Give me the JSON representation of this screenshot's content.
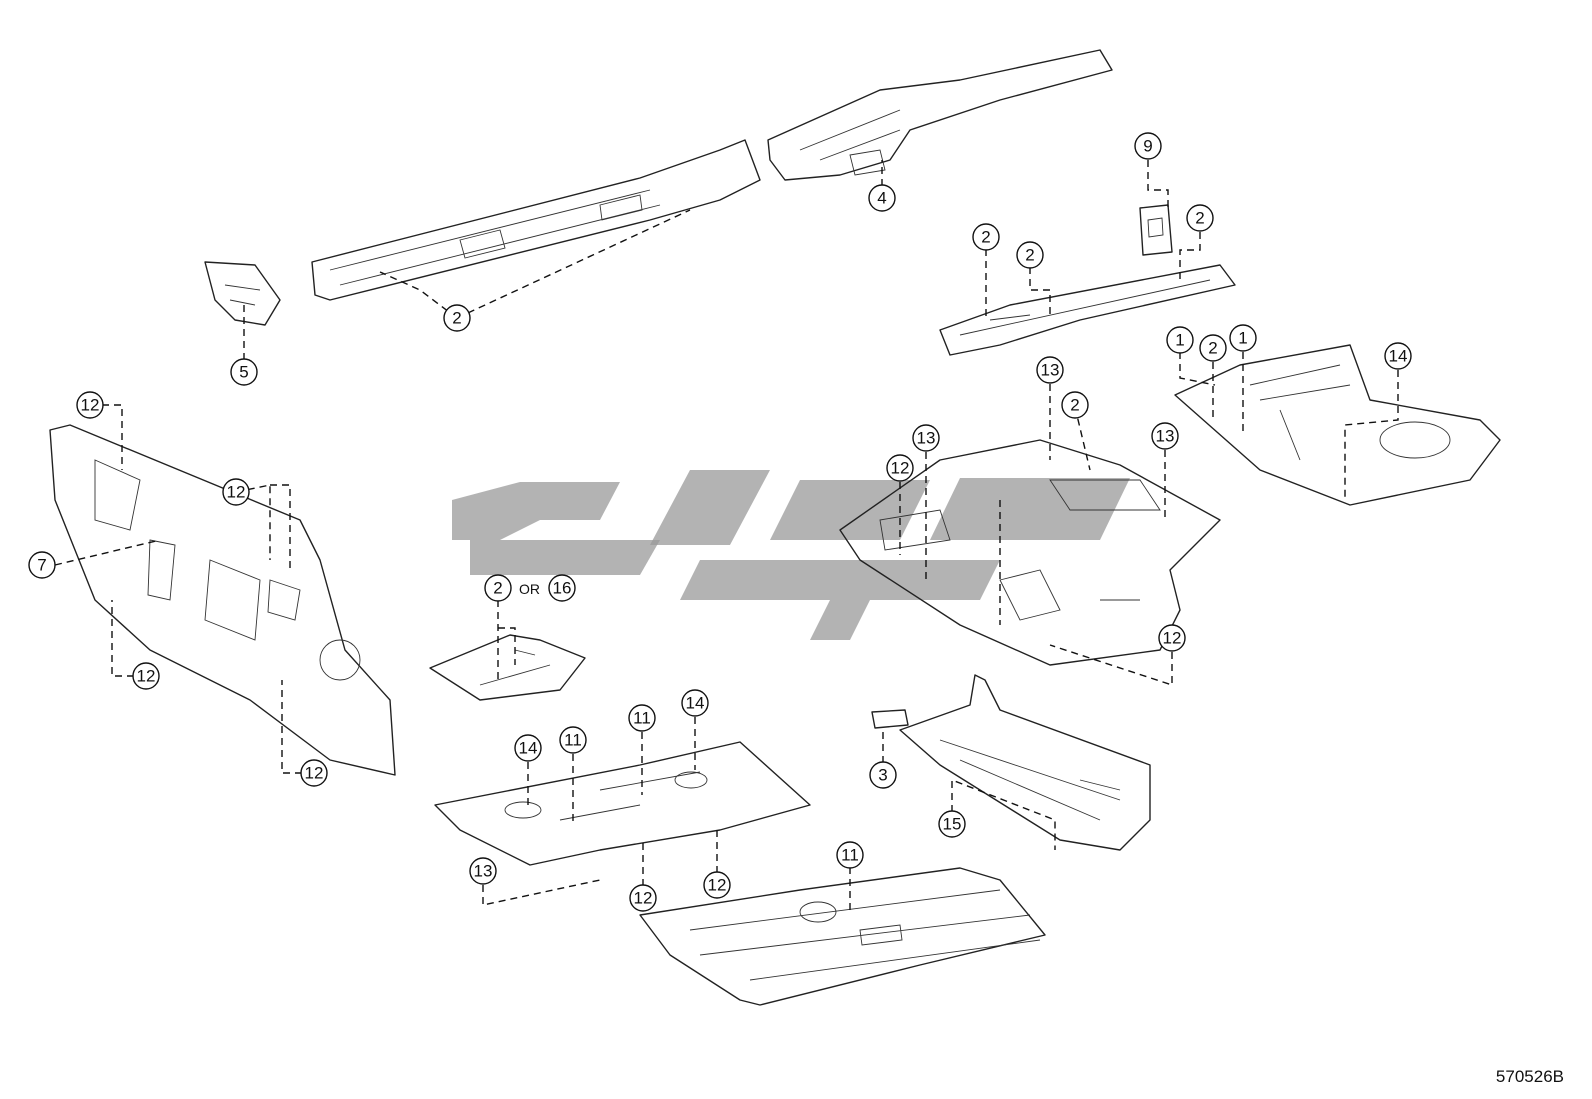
{
  "callouts": {
    "c1": "2",
    "c2": "4",
    "c3": "5",
    "c4": "9",
    "c5": "2",
    "c6": "2",
    "c7": "2",
    "c8": "1",
    "c9": "2",
    "c10": "1",
    "c11": "14",
    "c12": "12",
    "c13": "12",
    "c14": "7",
    "c15": "12",
    "c16": "12",
    "c17": "13",
    "c18": "2",
    "c19": "13",
    "c20": "12",
    "c21": "13",
    "c22": "12",
    "c23": "2",
    "c24": "16",
    "c25": "14",
    "c26": "11",
    "c27": "11",
    "c28": "14",
    "c29": "13",
    "c30": "12",
    "c31": "12",
    "c32": "3",
    "c33": "15",
    "c34": "11"
  },
  "or_label": "OR",
  "reference_code": "570526B"
}
